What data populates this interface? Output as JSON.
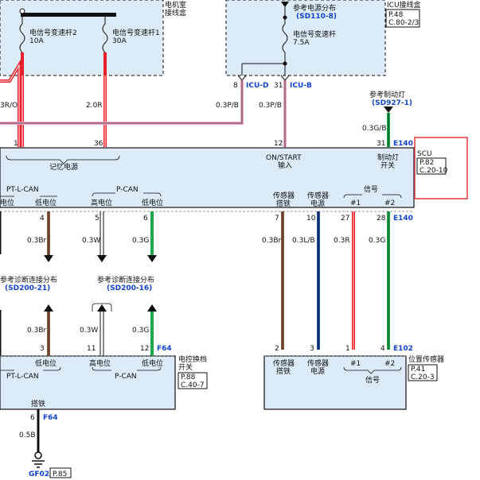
{
  "engine_box": {
    "title": [
      "电机室",
      "接线盒"
    ],
    "fuse_left": {
      "name": "电信号变速杆2",
      "rating": "10A"
    },
    "fuse_right": {
      "name": "电信号变速杆1",
      "rating": "30A"
    }
  },
  "icu_box": {
    "title": "ICU接线盒",
    "ref_page": "P.48",
    "ref_coord": "C.80-2/3",
    "power_ref_label": "参考电源分布",
    "power_ref_code": "(SD110-8)",
    "fuse": {
      "name": "电信号变速杆",
      "rating": "7.5A"
    }
  },
  "icu_pins": {
    "pin_d": "8",
    "pin_d_conn": "ICU-D",
    "pin_b": "31",
    "pin_b_conn": "ICU-B"
  },
  "brake": {
    "label": "参考制动灯",
    "code": "(SD927-1)"
  },
  "wires_top": {
    "w1": "3R/O",
    "w2": "2.0R",
    "w3": "0.3P/B",
    "w4": "0.3P/B",
    "w5": "0.3G/B"
  },
  "scu": {
    "name": "SCU",
    "ref_page": "P.82",
    "ref_coord": "C.20-10",
    "pin_1": "1",
    "pin_36": "36",
    "pin_12": "12",
    "pin_31": "31",
    "conn_top": "E140",
    "label_memory": "记忆电源",
    "label_on_start": [
      "ON/START",
      "输入"
    ],
    "label_brake_switch": [
      "制动灯",
      "开关"
    ],
    "group_pt_l_can": "PT-L-CAN",
    "group_p_can": "P-CAN",
    "group_signal": "信号",
    "low_left": "电位",
    "low1": "低电位",
    "high2": "高电位",
    "low2": "低电位",
    "sensor_gnd": [
      "传感器",
      "搭铁"
    ],
    "sensor_pwr": [
      "传感器",
      "电源"
    ],
    "sig1": "#1",
    "sig2": "#2",
    "pin_4": "4",
    "pin_5": "5",
    "pin_6": "6",
    "pin_7": "7",
    "pin_10": "10",
    "pin_27": "27",
    "pin_28": "28",
    "conn_bottom": "E140"
  },
  "mid_wires": {
    "w1": "0.3Br",
    "w2": "0.3W",
    "w3": "0.3G",
    "w4": "0.3Br",
    "w5": "0.3L/B",
    "w6": "0.3R",
    "w7": "0.3G"
  },
  "diag_refs": {
    "left_label": "参考诊断连接分布",
    "left_code": "(SD200-21)",
    "right_label": "参考诊断连接分布",
    "right_code": "(SD200-16)"
  },
  "lower_wires": {
    "w1": "0.3Br",
    "w2": "0.3W",
    "w3": "0.3G"
  },
  "shifter": {
    "name": [
      "电控换档",
      "开关"
    ],
    "ref_page": "P.88",
    "ref_coord": "C.40-7",
    "pin_3": "3",
    "pin_11": "11",
    "pin_12": "12",
    "conn": "F64",
    "group_pt_l_can": "PT-L-CAN",
    "group_p_can": "P-CAN",
    "low1": "低电位",
    "high2": "高电位",
    "low2": "低电位",
    "ground_label": "搭铁",
    "ground_pin": "6",
    "ground_conn": "F64",
    "ground_wire": "0.5B",
    "ground_point": "GF02",
    "ground_page": "P.85"
  },
  "position_sensor": {
    "name": "位置传感器",
    "ref_page": "P.41",
    "ref_coord": "C.20-3",
    "pin_2": "2",
    "pin_3": "3",
    "pin_1": "1",
    "pin_4": "4",
    "conn": "E102",
    "sensor_gnd": [
      "传感器",
      "搭铁"
    ],
    "sensor_pwr": [
      "传感器",
      "电源"
    ],
    "sig1": "#1",
    "sig2": "#2",
    "signal": "信号"
  },
  "colors": {
    "box_fill": "#dcebf7",
    "red": "#e8202a",
    "pink": "#f3a6c6",
    "green": "#1faa4a",
    "brown": "#8b5a3c",
    "blue_wire": "#1f4fa8",
    "highlight": "#e23a3a",
    "tag_blue": "#1144cc"
  }
}
